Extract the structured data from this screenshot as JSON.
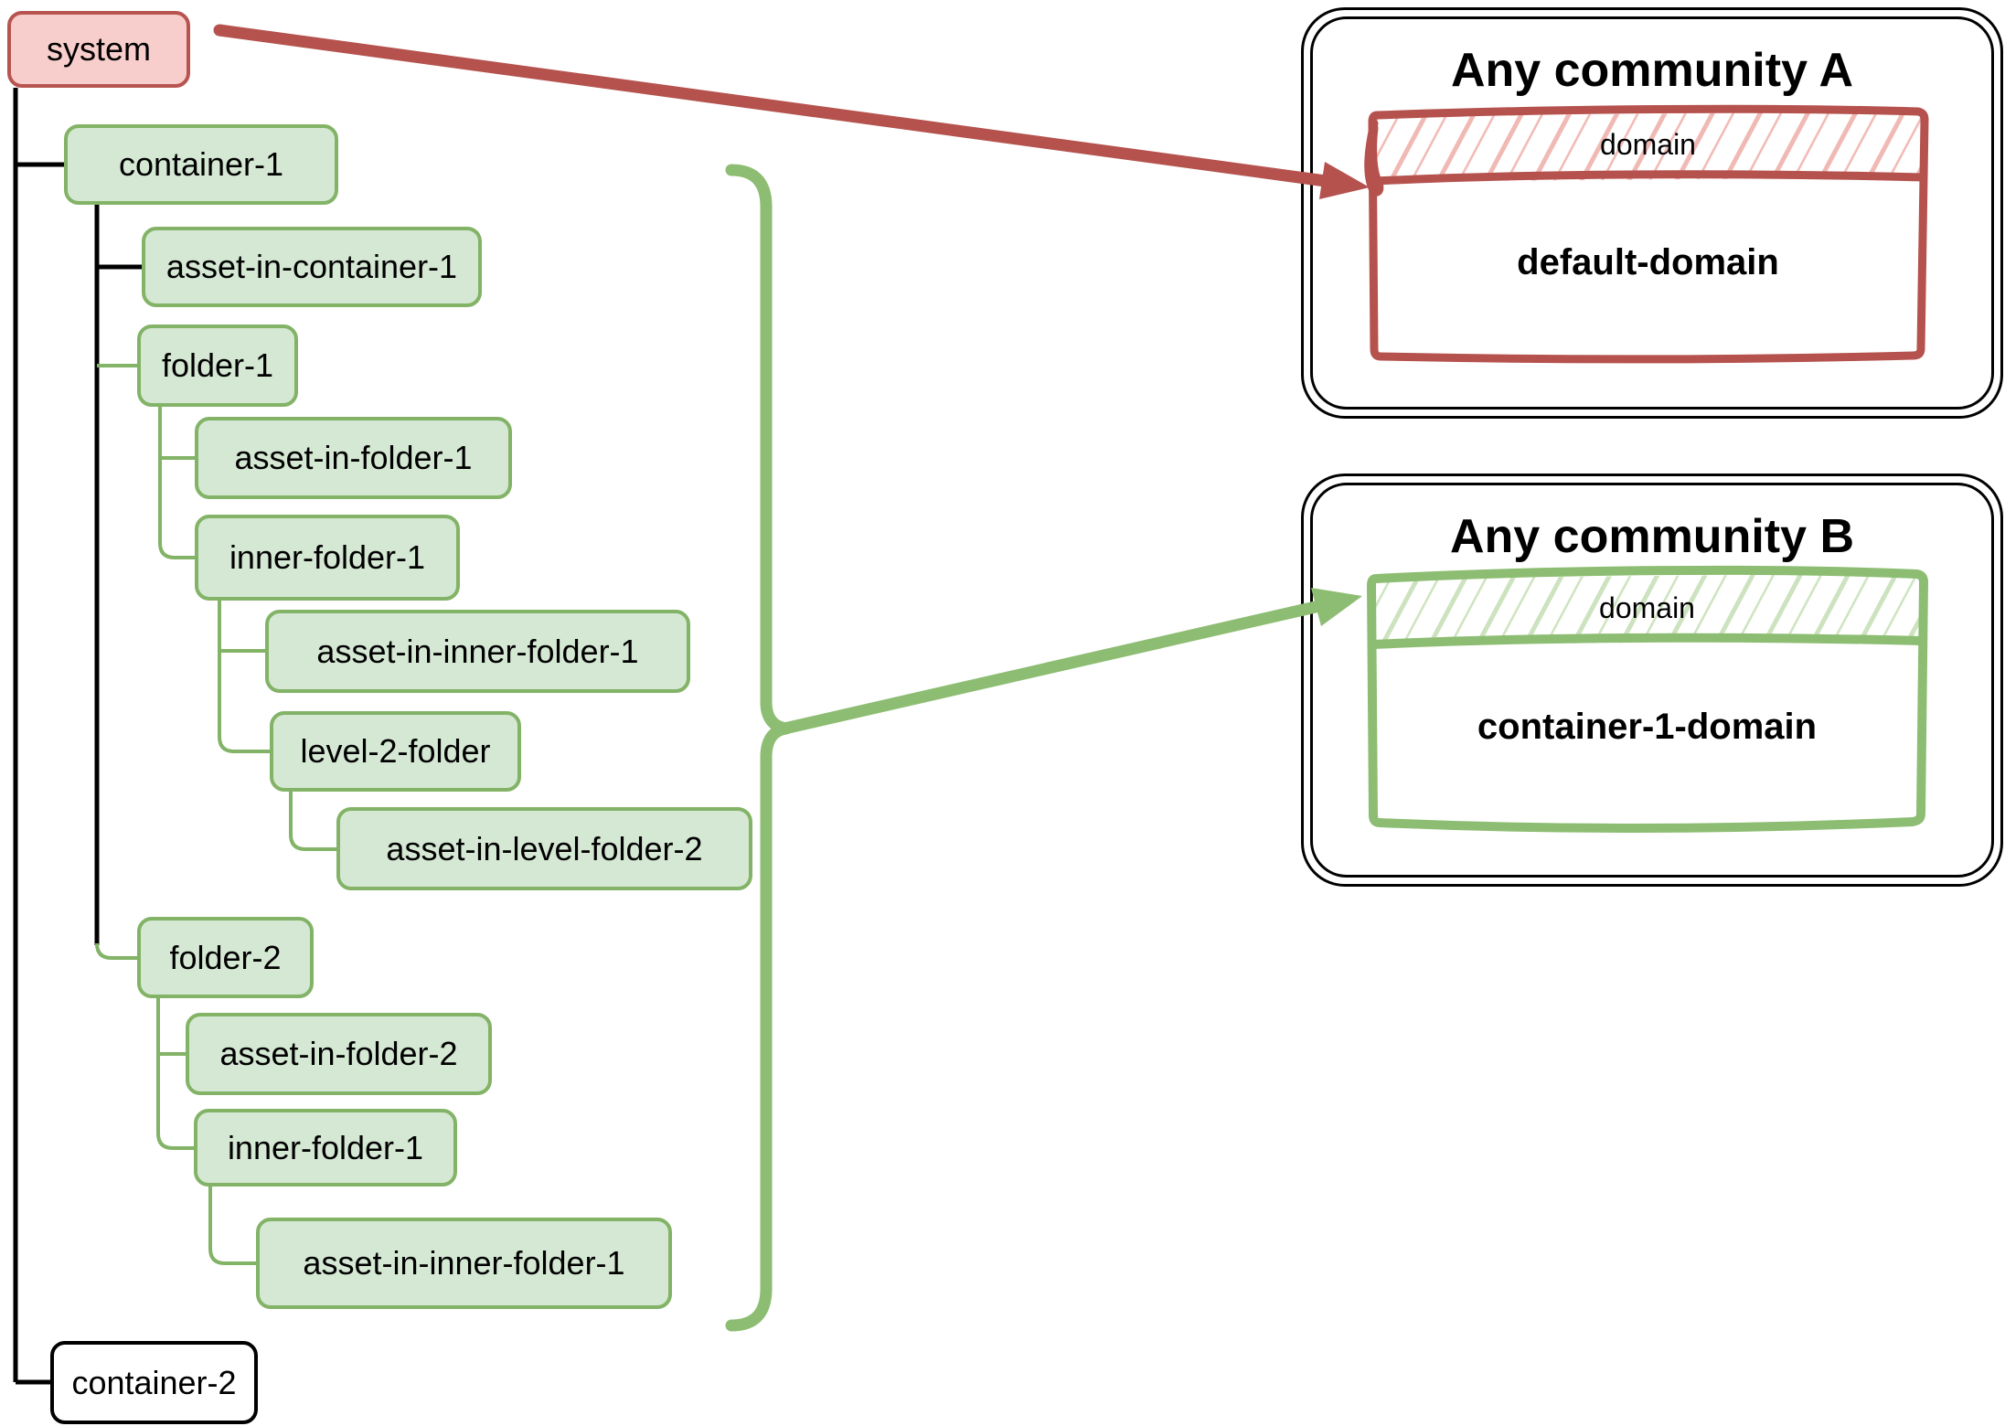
{
  "tree": {
    "nodes": [
      {
        "label": "system",
        "kind": "system"
      },
      {
        "label": "container-1",
        "kind": "container",
        "parent": "system"
      },
      {
        "label": "asset-in-container-1",
        "kind": "asset",
        "parent": "container-1"
      },
      {
        "label": "folder-1",
        "kind": "folder",
        "parent": "container-1"
      },
      {
        "label": "asset-in-folder-1",
        "kind": "asset",
        "parent": "folder-1"
      },
      {
        "label": "inner-folder-1",
        "kind": "folder",
        "parent": "folder-1"
      },
      {
        "label": "asset-in-inner-folder-1",
        "kind": "asset",
        "parent": "inner-folder-1"
      },
      {
        "label": "level-2-folder",
        "kind": "folder",
        "parent": "inner-folder-1"
      },
      {
        "label": "asset-in-level-folder-2",
        "kind": "asset",
        "parent": "level-2-folder"
      },
      {
        "label": "folder-2",
        "kind": "folder",
        "parent": "container-1"
      },
      {
        "label": "asset-in-folder-2",
        "kind": "asset",
        "parent": "folder-2"
      },
      {
        "label": "inner-folder-1",
        "kind": "folder",
        "parent": "folder-2"
      },
      {
        "label": "asset-in-inner-folder-1",
        "kind": "asset",
        "parent": "inner-folder-1"
      },
      {
        "label": "container-2",
        "kind": "container",
        "parent": "system"
      }
    ]
  },
  "communities": [
    {
      "title": "Any community A",
      "band_label": "domain",
      "domain_name": "default-domain",
      "accent": "#b5524e"
    },
    {
      "title": "Any community B",
      "band_label": "domain",
      "domain_name": "container-1-domain",
      "accent": "#8dbd72"
    }
  ],
  "colors": {
    "black": "#000000",
    "tree-green": "#82b366",
    "node-green-fill": "#d5e8d4",
    "pink-fill": "#f8cecc",
    "pink-stroke": "#b85450",
    "sketch-red": "#b5524e",
    "sketch-red-hatch": "#f1b9b4",
    "sketch-green": "#8dbd72",
    "sketch-green-hatch": "#cde3bf"
  }
}
